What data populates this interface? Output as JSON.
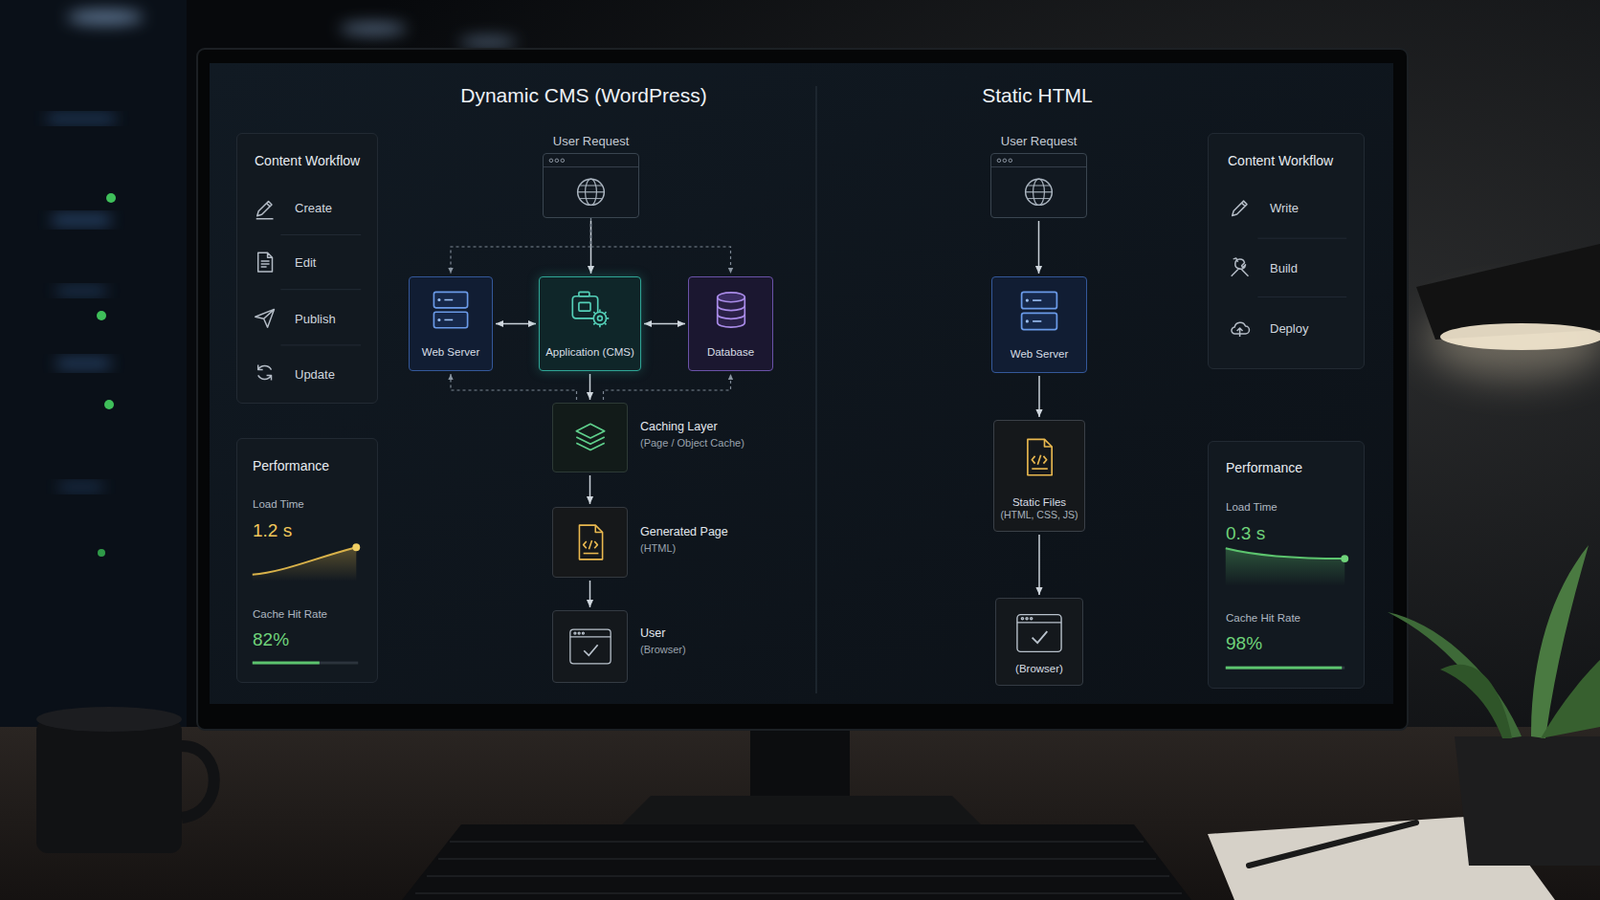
{
  "diagram": {
    "nodes": [
      {
        "text": [
          "Content Workflow",
          "Create",
          "Edit",
          "Publish",
          "Update"
        ]
      },
      {
        "text": [
          "Performance",
          "Load Time",
          "1.2 s",
          "Cache Hit Rate",
          "82%"
        ]
      },
      {
        "text": [
          "User Request"
        ]
      },
      {
        "text": [
          "Web Server"
        ]
      },
      {
        "text": [
          "Application (CMS)"
        ]
      },
      {
        "text": [
          "Database"
        ]
      },
      {
        "text": [
          "Caching Layer",
          "(Page / Object Cache)"
        ]
      },
      {
        "text": [
          "Generated Page",
          "(HTML)"
        ]
      },
      {
        "text": [
          "User",
          "(Browser)"
        ]
      },
      {
        "text": [
          "User Request"
        ]
      },
      {
        "text": [
          "Web Server"
        ]
      },
      {
        "text": [
          "Static Files",
          "(HTML, CSS, JS)"
        ]
      },
      {
        "text": [
          "(Browser)"
        ]
      },
      {
        "text": [
          "Content Workflow",
          "Write",
          "Build",
          "Deploy"
        ]
      },
      {
        "text": [
          "Performance",
          "Load Time",
          "0.3 s",
          "Cache Hit Rate",
          "98%"
        ]
      }
    ],
    "edges": [
      {
        "from": 2,
        "to": 4,
        "arrow": "to"
      },
      {
        "from": 2,
        "to": 3,
        "arrow": "to"
      },
      {
        "from": 2,
        "to": 5,
        "arrow": "to"
      },
      {
        "from": 3,
        "to": 4,
        "arrow": "both"
      },
      {
        "from": 4,
        "to": 5,
        "arrow": "both"
      },
      {
        "from": 4,
        "to": 6,
        "arrow": "to"
      },
      {
        "from": 6,
        "to": 3,
        "arrow": "to"
      },
      {
        "from": 6,
        "to": 5,
        "arrow": "to"
      },
      {
        "from": 6,
        "to": 7,
        "arrow": "to"
      },
      {
        "from": 7,
        "to": 8,
        "arrow": "to"
      },
      {
        "from": 9,
        "to": 10,
        "arrow": "to"
      },
      {
        "from": 10,
        "to": 11,
        "arrow": "to"
      },
      {
        "from": 11,
        "to": 12,
        "arrow": "to"
      }
    ],
    "labels": [
      "Dynamic CMS (WordPress)",
      "Static HTML"
    ]
  }
}
